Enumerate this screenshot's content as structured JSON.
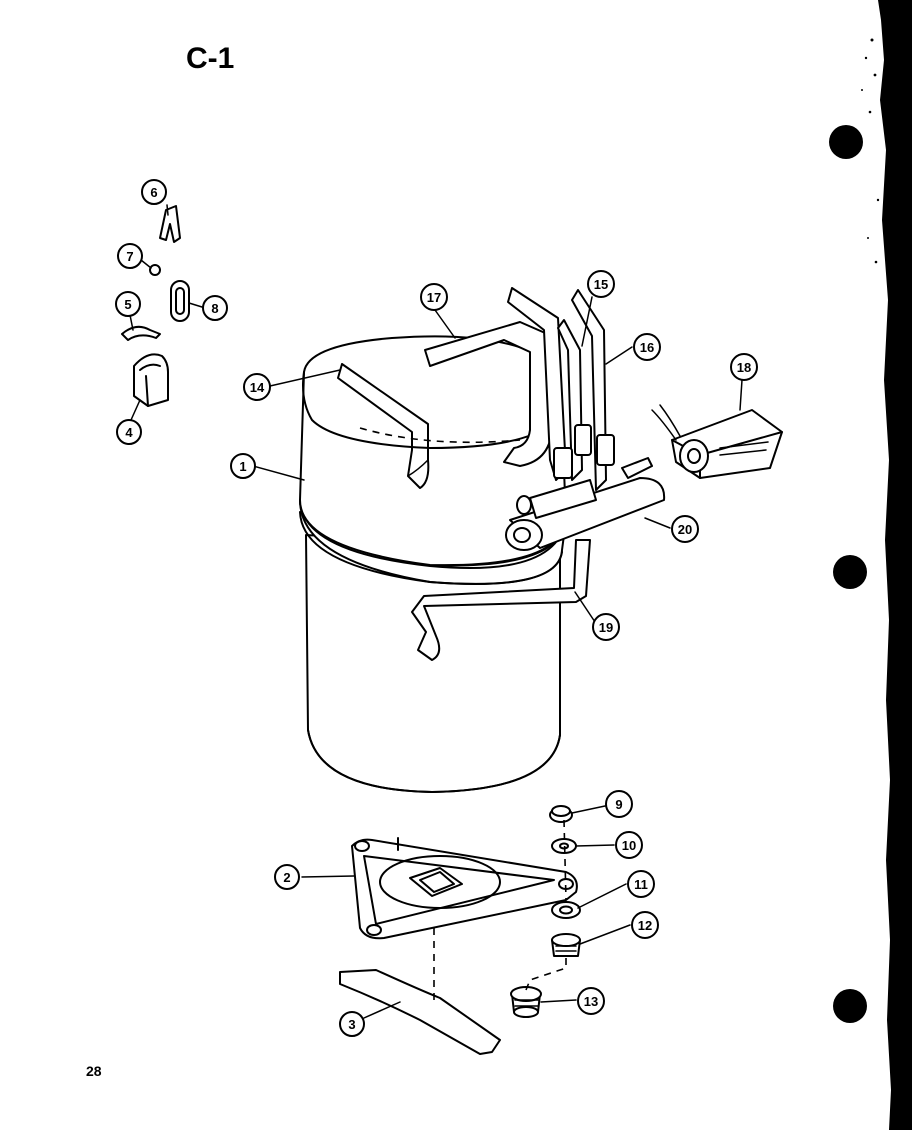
{
  "title": "C-1",
  "page_number": "28",
  "callouts": [
    {
      "id": "c1",
      "label": "1"
    },
    {
      "id": "c2",
      "label": "2"
    },
    {
      "id": "c3",
      "label": "3"
    },
    {
      "id": "c4",
      "label": "4"
    },
    {
      "id": "c5",
      "label": "5"
    },
    {
      "id": "c6",
      "label": "6"
    },
    {
      "id": "c7",
      "label": "7"
    },
    {
      "id": "c8",
      "label": "8"
    },
    {
      "id": "c9",
      "label": "9"
    },
    {
      "id": "c10",
      "label": "10"
    },
    {
      "id": "c11",
      "label": "11"
    },
    {
      "id": "c12",
      "label": "12"
    },
    {
      "id": "c13",
      "label": "13"
    },
    {
      "id": "c14",
      "label": "14"
    },
    {
      "id": "c15",
      "label": "15"
    },
    {
      "id": "c16",
      "label": "16"
    },
    {
      "id": "c17",
      "label": "17"
    },
    {
      "id": "c18",
      "label": "18"
    },
    {
      "id": "c19",
      "label": "19"
    },
    {
      "id": "c20",
      "label": "20"
    }
  ]
}
